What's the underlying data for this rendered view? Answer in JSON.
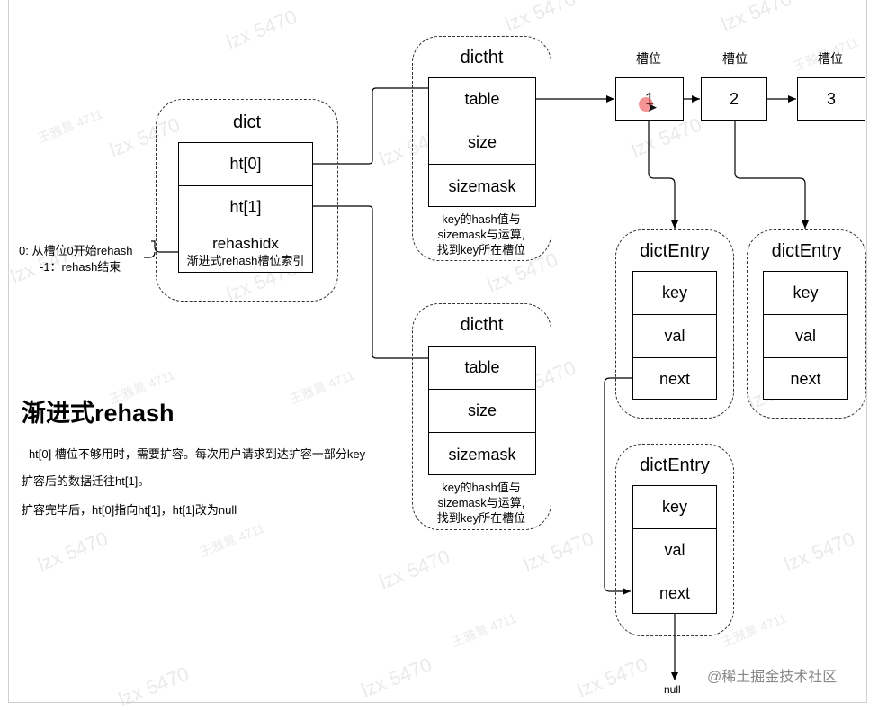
{
  "dict": {
    "title": "dict",
    "cells": [
      "ht[0]",
      "ht[1]"
    ],
    "rehashidx": "rehashidx",
    "rehashidx_desc": "渐进式rehash槽位索引",
    "side_note": [
      "0: 从槽位0开始rehash",
      "-1：rehash结束"
    ]
  },
  "dictht_top": {
    "title": "dictht",
    "cells": [
      "table",
      "size",
      "sizemask"
    ],
    "note": [
      "key的hash值与",
      "sizemask与运算,",
      "找到key所在槽位"
    ]
  },
  "dictht_bottom": {
    "title": "dictht",
    "cells": [
      "table",
      "size",
      "sizemask"
    ],
    "note": [
      "key的hash值与",
      "sizemask与运算,",
      "找到key所在槽位"
    ]
  },
  "slots": [
    {
      "label": "槽位",
      "value": "1"
    },
    {
      "label": "槽位",
      "value": "2"
    },
    {
      "label": "槽位",
      "value": "3"
    }
  ],
  "entries": [
    {
      "title": "dictEntry",
      "cells": [
        "key",
        "val",
        "next"
      ]
    },
    {
      "title": "dictEntry",
      "cells": [
        "key",
        "val",
        "next"
      ]
    },
    {
      "title": "dictEntry",
      "cells": [
        "key",
        "val",
        "next"
      ]
    }
  ],
  "null_label": "null",
  "section": {
    "title": "渐进式rehash",
    "lines": [
      "- ht[0] 槽位不够用时，需要扩容。每次用户请求到达扩容一部分key",
      "扩容后的数据迁往ht[1]。",
      "扩容完毕后，ht[0]指向ht[1]，ht[1]改为null"
    ]
  },
  "watermark": {
    "text_a": "lzx 5470",
    "text_b": "王雅暠 4711"
  },
  "badge": "@稀土掘金技术社区"
}
